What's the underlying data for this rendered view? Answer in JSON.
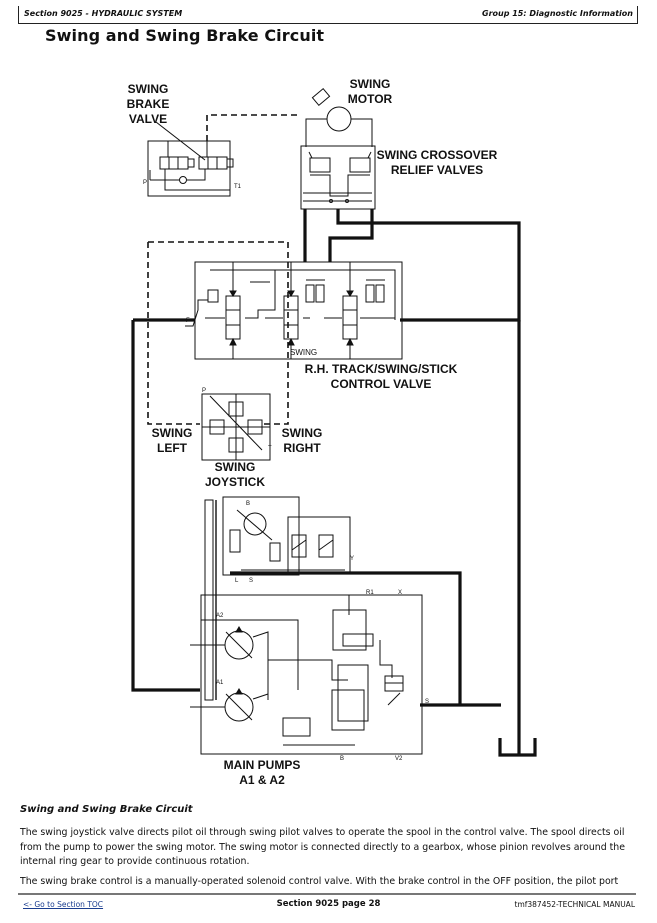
{
  "header": {
    "section": "Section 9025 - HYDRAULIC SYSTEM",
    "group": "Group 15: Diagnostic Information"
  },
  "page_title": "Swing and Swing Brake Circuit",
  "diagram": {
    "labels": {
      "swing_brake_valve": [
        "SWING",
        "BRAKE",
        "VALVE"
      ],
      "swing_motor": [
        "SWING",
        "MOTOR"
      ],
      "swing_crossover": [
        "SWING CROSSOVER",
        "RELIEF VALVES"
      ],
      "control_valve": [
        "R.H. TRACK/SWING/STICK",
        "CONTROL VALVE"
      ],
      "swing_spool": "SWING",
      "swing_left": [
        "SWING",
        "LEFT"
      ],
      "swing_right": [
        "SWING",
        "RIGHT"
      ],
      "swing_joystick": [
        "SWING",
        "JOYSTICK"
      ],
      "main_pumps": [
        "MAIN PUMPS",
        "A1 & A2"
      ]
    },
    "ports": {
      "p": "P",
      "t1": "T1",
      "f": "F",
      "joy_p": "P",
      "joy_t": "T",
      "b": "B",
      "l": "L",
      "s_pilot": "S",
      "y": "Y",
      "a2": "A2",
      "a1": "A1",
      "r1": "R1",
      "x": "X",
      "s_main": "S",
      "b2": "B",
      "v2": "V2"
    }
  },
  "caption": "Swing and Swing Brake Circuit",
  "paragraphs": [
    "The swing joystick valve directs pilot oil through swing pilot valves to operate the spool in the control valve. The spool directs oil from the pump to power the swing motor. The swing motor is connected directly to a gearbox, whose pinion revolves around the internal ring gear to provide continuous rotation.",
    "The swing brake control is a manually-operated solenoid control valve. With the brake control in the OFF position, the pilot port"
  ],
  "footer": {
    "toc_link": "<- Go to Section TOC",
    "page": "Section 9025 page 28",
    "manual": "tmf387452-TECHNICAL MANUAL"
  }
}
